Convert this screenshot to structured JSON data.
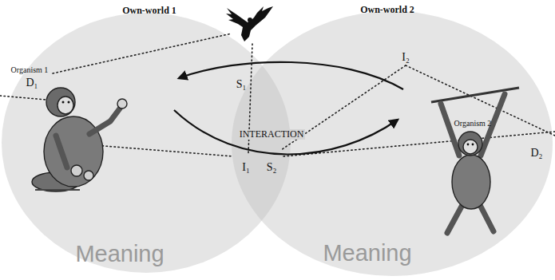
{
  "diagram": {
    "nodes": [
      {
        "text": [
          "Own-world 1",
          "Meaning"
        ]
      },
      {
        "text": [
          "Own-world 2",
          "Meaning"
        ]
      }
    ],
    "labels": [
      "Organism 1",
      "D₁",
      "S₁",
      "I₂",
      "INTERACTION",
      "I₁",
      "S₂",
      "Organism 2",
      "D₂"
    ]
  }
}
